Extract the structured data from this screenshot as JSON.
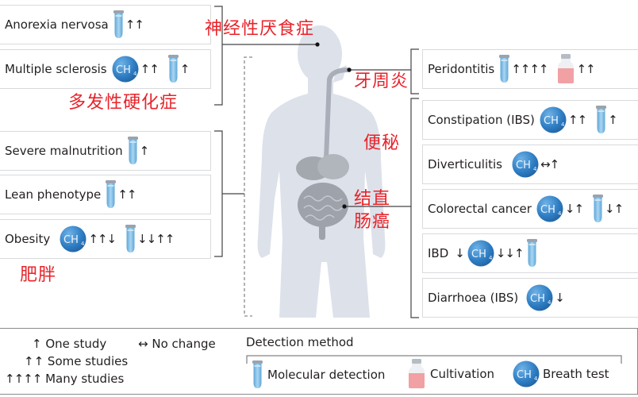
{
  "colors": {
    "annotation_red": "#e8232a",
    "breath_blue": "#2f7ec4",
    "tube_blue": "#8cc4e8",
    "flask_pink": "#f1a0a4",
    "silhouette": "#dde1ea"
  },
  "left_groups": [
    {
      "annotation": "神经性厌食症",
      "items": [
        {
          "label": "Anorexia nervosa",
          "results": [
            {
              "method": "molecular",
              "arrows": "↑↑"
            }
          ]
        },
        {
          "label": "Multiple sclerosis",
          "results": [
            {
              "method": "breath",
              "arrows": "↑↑"
            },
            {
              "method": "molecular",
              "arrows": "↑"
            }
          ]
        }
      ],
      "annotation2": "多发性硬化症"
    },
    {
      "annotation": "肥胖",
      "items": [
        {
          "label": "Severe malnutrition",
          "results": [
            {
              "method": "molecular",
              "arrows": "↑"
            }
          ]
        },
        {
          "label": "Lean phenotype",
          "results": [
            {
              "method": "molecular",
              "arrows": "↑↑"
            }
          ]
        },
        {
          "label": "Obesity",
          "results": [
            {
              "method": "breath",
              "arrows": "↑↑↓"
            },
            {
              "method": "molecular",
              "arrows": "↓↓↑↑"
            }
          ]
        }
      ]
    }
  ],
  "right_groups": [
    {
      "annotation": "牙周炎",
      "items": [
        {
          "label": "Peridontitis",
          "results": [
            {
              "method": "molecular",
              "arrows": "↑↑↑↑"
            },
            {
              "method": "cultivation",
              "arrows": "↑↑"
            }
          ]
        }
      ]
    },
    {
      "annotation": "便秘",
      "annotation2": "结直\n肠癌",
      "items": [
        {
          "label": "Constipation (IBS)",
          "results": [
            {
              "method": "breath",
              "arrows": "↑↑"
            },
            {
              "method": "molecular",
              "arrows": "↑"
            }
          ]
        },
        {
          "label": "Diverticulitis",
          "results": [
            {
              "method": "breath",
              "arrows": "↔↑"
            }
          ]
        },
        {
          "label": "Colorectal cancer",
          "results": [
            {
              "method": "breath",
              "arrows": "↓↑"
            },
            {
              "method": "molecular",
              "arrows": "↓↑"
            }
          ]
        },
        {
          "label": "IBD",
          "prefix_arrow": "↓",
          "results": [
            {
              "method": "breath",
              "arrows": "↓↓↑"
            },
            {
              "method": "molecular",
              "arrows": ""
            }
          ]
        },
        {
          "label": "Diarrhoea (IBS)",
          "results": [
            {
              "method": "breath",
              "arrows": "↓"
            }
          ]
        }
      ]
    }
  ],
  "legend": {
    "one_study": {
      "arrows": "↑",
      "label": "One study"
    },
    "some_studies": {
      "arrows": "↑↑",
      "label": "Some studies"
    },
    "many_studies": {
      "arrows": "↑↑↑↑",
      "label": "Many studies"
    },
    "no_change": {
      "arrows": "↔",
      "label": "No change"
    },
    "detection_title": "Detection method",
    "methods": [
      {
        "icon": "molecular",
        "label": "Molecular detection"
      },
      {
        "icon": "cultivation",
        "label": "Cultivation"
      },
      {
        "icon": "breath",
        "label": "Breath test"
      }
    ]
  },
  "ch4_label": "CH",
  "ch4_sub": "4"
}
